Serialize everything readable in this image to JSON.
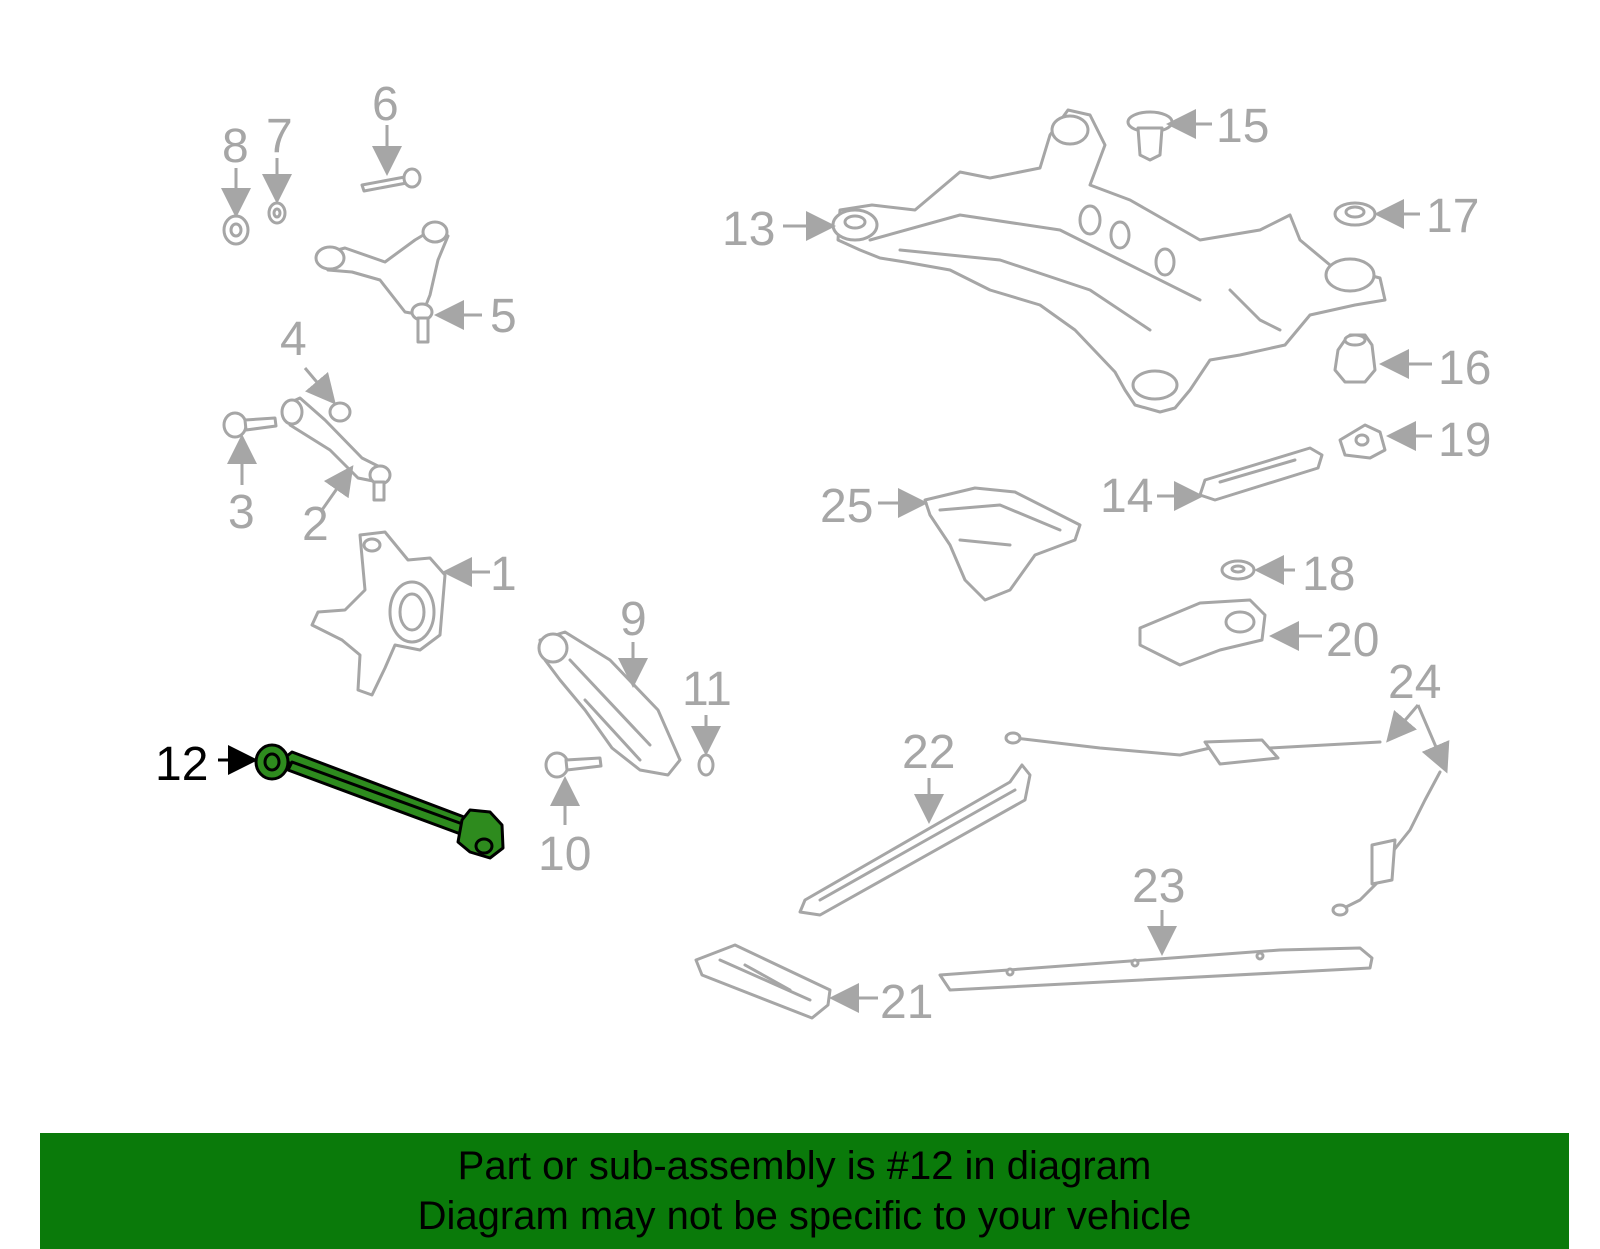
{
  "diagram": {
    "callouts": [
      "1",
      "2",
      "3",
      "4",
      "5",
      "6",
      "7",
      "8",
      "9",
      "10",
      "11",
      "12",
      "13",
      "14",
      "15",
      "16",
      "17",
      "18",
      "19",
      "20",
      "21",
      "22",
      "23",
      "24",
      "25"
    ],
    "highlighted_part": "12",
    "highlight_color": "#0a7a0a"
  },
  "banner": {
    "line1": "Part or sub-assembly is #12 in diagram",
    "line2": "Diagram may not be specific to your vehicle",
    "background": "#0a7a0a"
  }
}
